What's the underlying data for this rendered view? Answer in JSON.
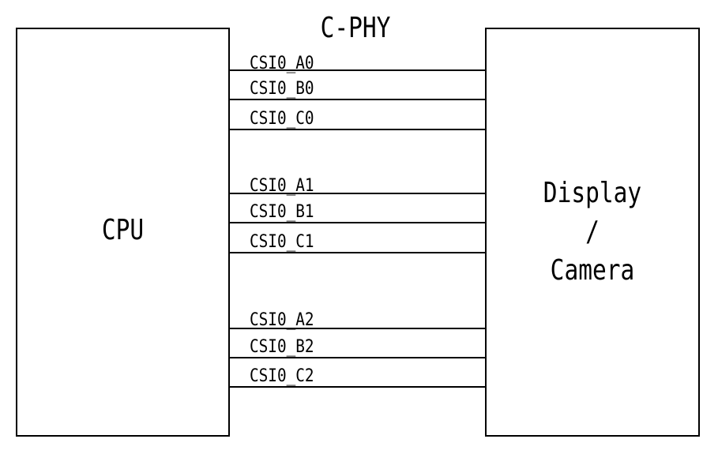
{
  "title": "C-PHY",
  "left_block": {
    "label": "CPU"
  },
  "right_block": {
    "line1": "Display",
    "line2": "/",
    "line3": "Camera"
  },
  "lanes": [
    {
      "labels": [
        "CSI0_A0",
        "CSI0_B0",
        "CSI0_C0"
      ]
    },
    {
      "labels": [
        "CSI0_A1",
        "CSI0_B1",
        "CSI0_C1"
      ]
    },
    {
      "labels": [
        "CSI0_A2",
        "CSI0_B2",
        "CSI0_C2"
      ]
    }
  ],
  "colors": {
    "line": "#000000",
    "background": "#ffffff"
  }
}
